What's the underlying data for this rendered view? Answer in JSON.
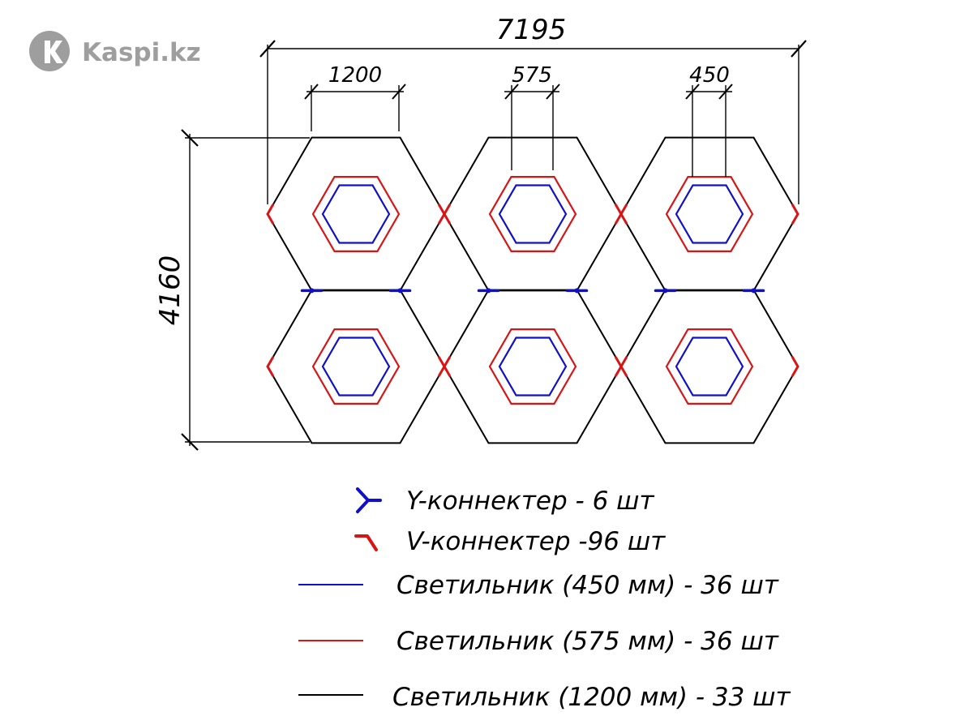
{
  "watermark": {
    "text": "Kaspi.kz",
    "icon": "kaspi-logo-icon",
    "color": "#9e9e9e"
  },
  "colors": {
    "frame": "#000000",
    "blue": "#1010c8",
    "red": "#d81414"
  },
  "grid": {
    "rows": 2,
    "cols": 3
  },
  "dimensions": {
    "total_width": "7195",
    "total_height": "4160",
    "frame_side": "1200",
    "red_side": "575",
    "blue_side": "450"
  },
  "legend": [
    {
      "symbol": "y-connector",
      "color": "#1010c8",
      "text": "Y-коннектер - 6 шт"
    },
    {
      "symbol": "v-connector",
      "color": "#d81414",
      "text": "V-коннектер -96 шт"
    },
    {
      "symbol": "line",
      "color": "#1010c8",
      "text": "Светильник (450 мм) - 36 шт"
    },
    {
      "symbol": "line",
      "color": "#d81414",
      "text": "Светильник (575 мм) - 36 шт"
    },
    {
      "symbol": "line",
      "color": "#000000",
      "text": "Светильник (1200 мм) - 33 шт"
    }
  ]
}
